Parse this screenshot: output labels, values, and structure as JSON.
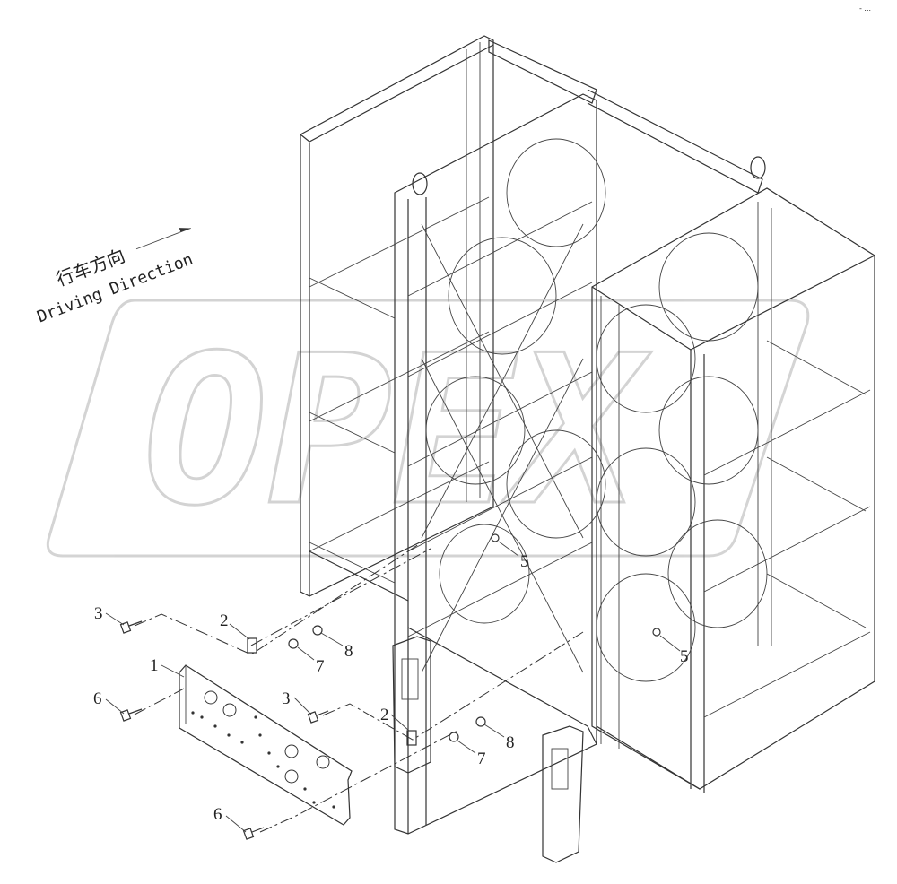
{
  "drawing": {
    "direction_label_cn": "行车方向",
    "direction_label_en": "Driving Direction",
    "watermark": "OPEX",
    "corner_mark": "- ..."
  },
  "callouts": [
    {
      "id": "c1",
      "number": "1"
    },
    {
      "id": "c2a",
      "number": "2"
    },
    {
      "id": "c2b",
      "number": "2"
    },
    {
      "id": "c3a",
      "number": "3"
    },
    {
      "id": "c3b",
      "number": "3"
    },
    {
      "id": "c5a",
      "number": "5"
    },
    {
      "id": "c5b",
      "number": "5"
    },
    {
      "id": "c6a",
      "number": "6"
    },
    {
      "id": "c6b",
      "number": "6"
    },
    {
      "id": "c7a",
      "number": "7"
    },
    {
      "id": "c7b",
      "number": "7"
    },
    {
      "id": "c8a",
      "number": "8"
    },
    {
      "id": "c8b",
      "number": "8"
    }
  ],
  "colors": {
    "line": "#333333",
    "watermark": "#d9d9d9"
  }
}
